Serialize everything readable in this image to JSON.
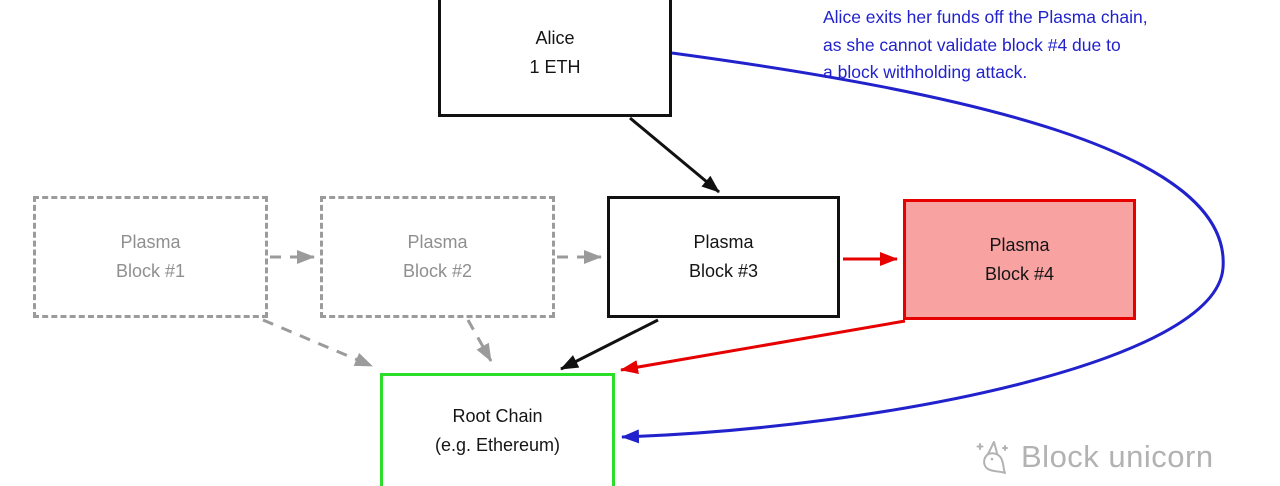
{
  "colors": {
    "black": "#111111",
    "red": "#e60000",
    "red_fill": "#f9a2a2",
    "blue": "#2222cc",
    "green": "#2ade2a",
    "gray": "#9b9b9b",
    "watermark": "#b2b2b2"
  },
  "annotation": {
    "lines": [
      "Alice exits her funds off the Plasma chain,",
      "as she cannot validate block #4 due to",
      "a block withholding attack."
    ]
  },
  "nodes": {
    "alice": {
      "line1": "Alice",
      "line2": "1 ETH"
    },
    "block1": {
      "line1": "Plasma",
      "line2": "Block #1"
    },
    "block2": {
      "line1": "Plasma",
      "line2": "Block #2"
    },
    "block3": {
      "line1": "Plasma",
      "line2": "Block #3"
    },
    "block4": {
      "line1": "Plasma",
      "line2": "Block #4"
    },
    "root": {
      "line1": "Root Chain",
      "line2": "(e.g. Ethereum)"
    }
  },
  "watermark": {
    "text": "Block unicorn",
    "icon": "unicorn-icon"
  }
}
